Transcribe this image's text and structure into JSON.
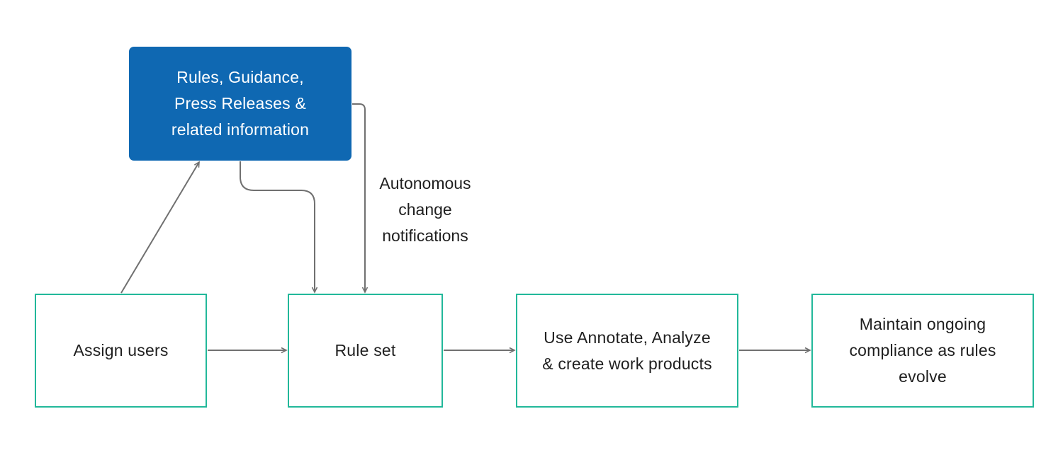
{
  "diagram": {
    "nodes": {
      "source": {
        "label": "Rules, Guidance,\nPress Releases &\nrelated information"
      },
      "assign": {
        "label": "Assign users"
      },
      "ruleset": {
        "label": "Rule set"
      },
      "annotate": {
        "label": "Use Annotate, Analyze\n& create work products"
      },
      "maintain": {
        "label": "Maintain ongoing\ncompliance as rules\nevolve"
      }
    },
    "edges": [
      {
        "from": "assign",
        "to": "source",
        "label": ""
      },
      {
        "from": "source",
        "to": "ruleset",
        "label": ""
      },
      {
        "from": "source",
        "to": "ruleset",
        "label": "Autonomous\nchange\nnotifications"
      },
      {
        "from": "assign",
        "to": "ruleset",
        "label": ""
      },
      {
        "from": "ruleset",
        "to": "annotate",
        "label": ""
      },
      {
        "from": "annotate",
        "to": "maintain",
        "label": ""
      }
    ],
    "colors": {
      "source_fill": "#0f68b2",
      "step_border": "#22b89a",
      "connector": "#707070"
    }
  }
}
